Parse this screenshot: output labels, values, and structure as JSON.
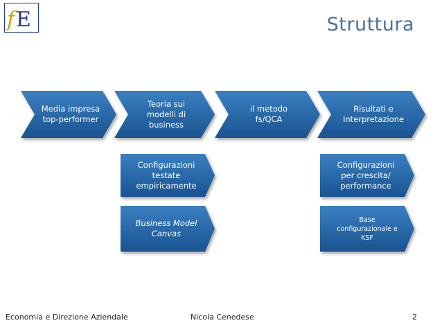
{
  "header": {
    "logo_letters": "fE",
    "title": "Struttura"
  },
  "diagram": {
    "top_row": [
      {
        "id": "media",
        "label": "Media impresa\ntop-performer"
      },
      {
        "id": "teoria",
        "label": "Teoria sui\nmodelli di\nbusiness"
      },
      {
        "id": "metodo",
        "label": "il metodo\nfs/QCA"
      },
      {
        "id": "risultati",
        "label": "Risultati e\nInterpretazione"
      }
    ],
    "sub_boxes": [
      {
        "id": "configurazioni-testate",
        "label": "Configurazioni\ntestate\nempiricamente"
      },
      {
        "id": "business-model-canvas",
        "label": "Business Model\nCanvas"
      },
      {
        "id": "configurazioni-crescita",
        "label": "Configurazioni\nper crescita/\nperformance"
      },
      {
        "id": "base-configurazionale",
        "label": "Base\nconfigurazionale e\nKSF"
      }
    ]
  },
  "footer": {
    "course": "Economia e Direzione Aziendale",
    "author": "Nicola Cenedese",
    "page_number": "2"
  },
  "colors": {
    "shape_fill": "#1f5f9c",
    "shape_fill_light": "#3a7fc1",
    "title_color": "#4a6fa5",
    "logo_frame": "#1f3a8a",
    "logo_f": "#c9a300",
    "logo_e": "#1f3a8a"
  }
}
